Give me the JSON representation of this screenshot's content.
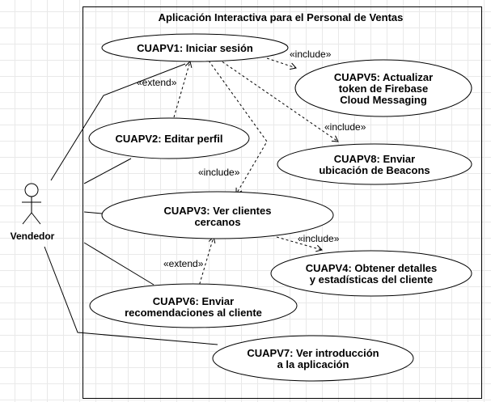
{
  "system": {
    "title": "Aplicación Interactiva para el Personal de Ventas"
  },
  "actor": {
    "name": "Vendedor"
  },
  "use_cases": [
    {
      "id": "uc1",
      "lines": [
        "CUAPV1: Iniciar sesión"
      ]
    },
    {
      "id": "uc5",
      "lines": [
        "CUAPV5: Actualizar",
        "token de Firebase",
        "Cloud Messaging"
      ]
    },
    {
      "id": "uc2",
      "lines": [
        "CUAPV2: Editar perfil"
      ]
    },
    {
      "id": "uc8",
      "lines": [
        "CUAPV8: Enviar",
        "ubicación de Beacons"
      ]
    },
    {
      "id": "uc3",
      "lines": [
        "CUAPV3: Ver clientes",
        "cercanos"
      ]
    },
    {
      "id": "uc4",
      "lines": [
        "CUAPV4: Obtener detalles",
        "y estadísticas del cliente"
      ]
    },
    {
      "id": "uc6",
      "lines": [
        "CUAPV6: Enviar",
        "recomendaciones al cliente"
      ]
    },
    {
      "id": "uc7",
      "lines": [
        "CUAPV7: Ver introducción",
        "a la aplicación"
      ]
    }
  ],
  "relations": [
    {
      "id": "inc-1-5",
      "label": "«include»"
    },
    {
      "id": "ext-2-1",
      "label": "«extend»"
    },
    {
      "id": "inc-1-8",
      "label": "«include»"
    },
    {
      "id": "inc-1-3",
      "label": "«include»"
    },
    {
      "id": "inc-3-4",
      "label": "«include»"
    },
    {
      "id": "ext-6-3",
      "label": "«extend»"
    }
  ]
}
